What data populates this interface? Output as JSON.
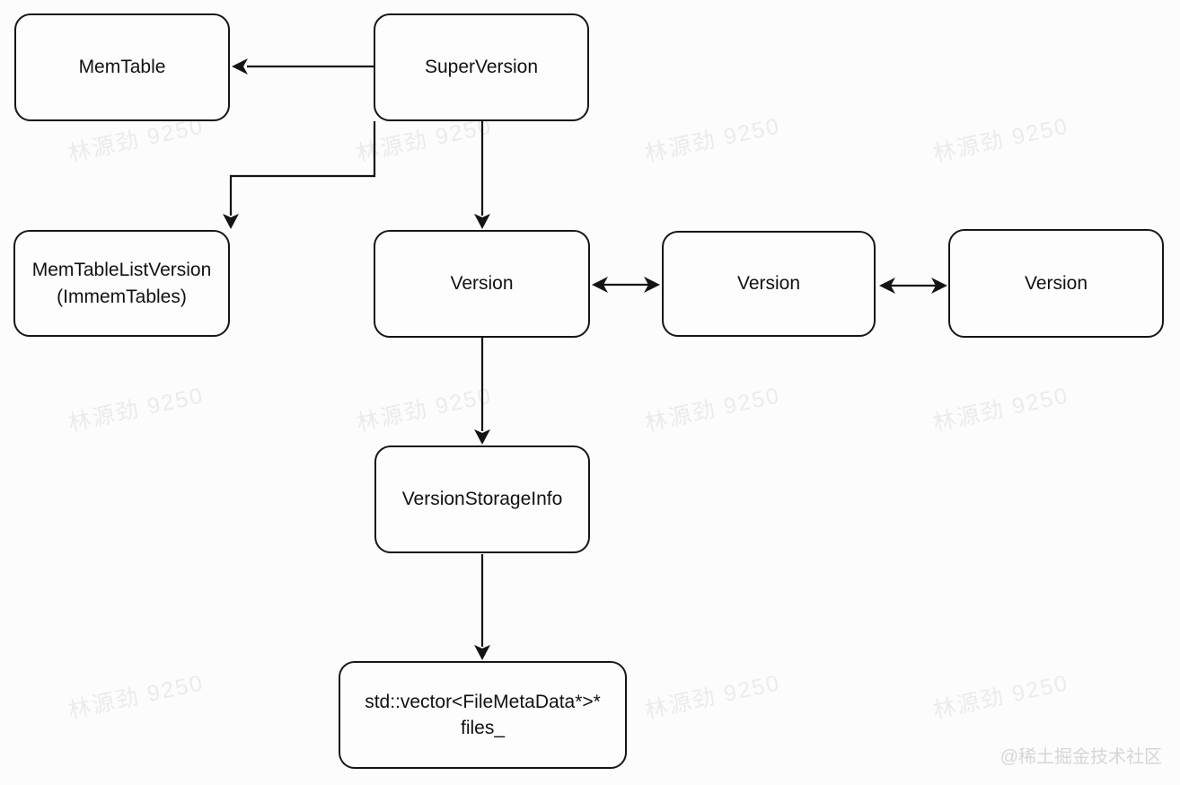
{
  "diagram": {
    "nodes": [
      {
        "id": "memtable",
        "label": "MemTable"
      },
      {
        "id": "superversion",
        "label": "SuperVersion"
      },
      {
        "id": "memtablelistversion",
        "label": "MemTableListVersion",
        "label2": "(ImmemTables)"
      },
      {
        "id": "version1",
        "label": "Version"
      },
      {
        "id": "version2",
        "label": "Version"
      },
      {
        "id": "version3",
        "label": "Version"
      },
      {
        "id": "versionstorageinfo",
        "label": "VersionStorageInfo"
      },
      {
        "id": "files",
        "label": "std::vector<FileMetaData*>*",
        "label2": "files_"
      }
    ],
    "edges": [
      {
        "from": "superversion",
        "to": "memtable",
        "type": "arrow"
      },
      {
        "from": "superversion",
        "to": "memtablelistversion",
        "type": "arrow"
      },
      {
        "from": "superversion",
        "to": "version1",
        "type": "arrow"
      },
      {
        "from": "version1",
        "to": "version2",
        "type": "double-arrow"
      },
      {
        "from": "version2",
        "to": "version3",
        "type": "double-arrow"
      },
      {
        "from": "version1",
        "to": "versionstorageinfo",
        "type": "arrow"
      },
      {
        "from": "versionstorageinfo",
        "to": "files",
        "type": "arrow"
      }
    ]
  },
  "watermark": {
    "text": "林源劲 9250",
    "color": "#ebebeb"
  },
  "credit": {
    "text": "@稀土掘金技术社区",
    "color": "#d6d6d6"
  },
  "colors": {
    "background": "#fcfcfc",
    "line": "#141414",
    "box_fill": "#fdfdfd"
  }
}
